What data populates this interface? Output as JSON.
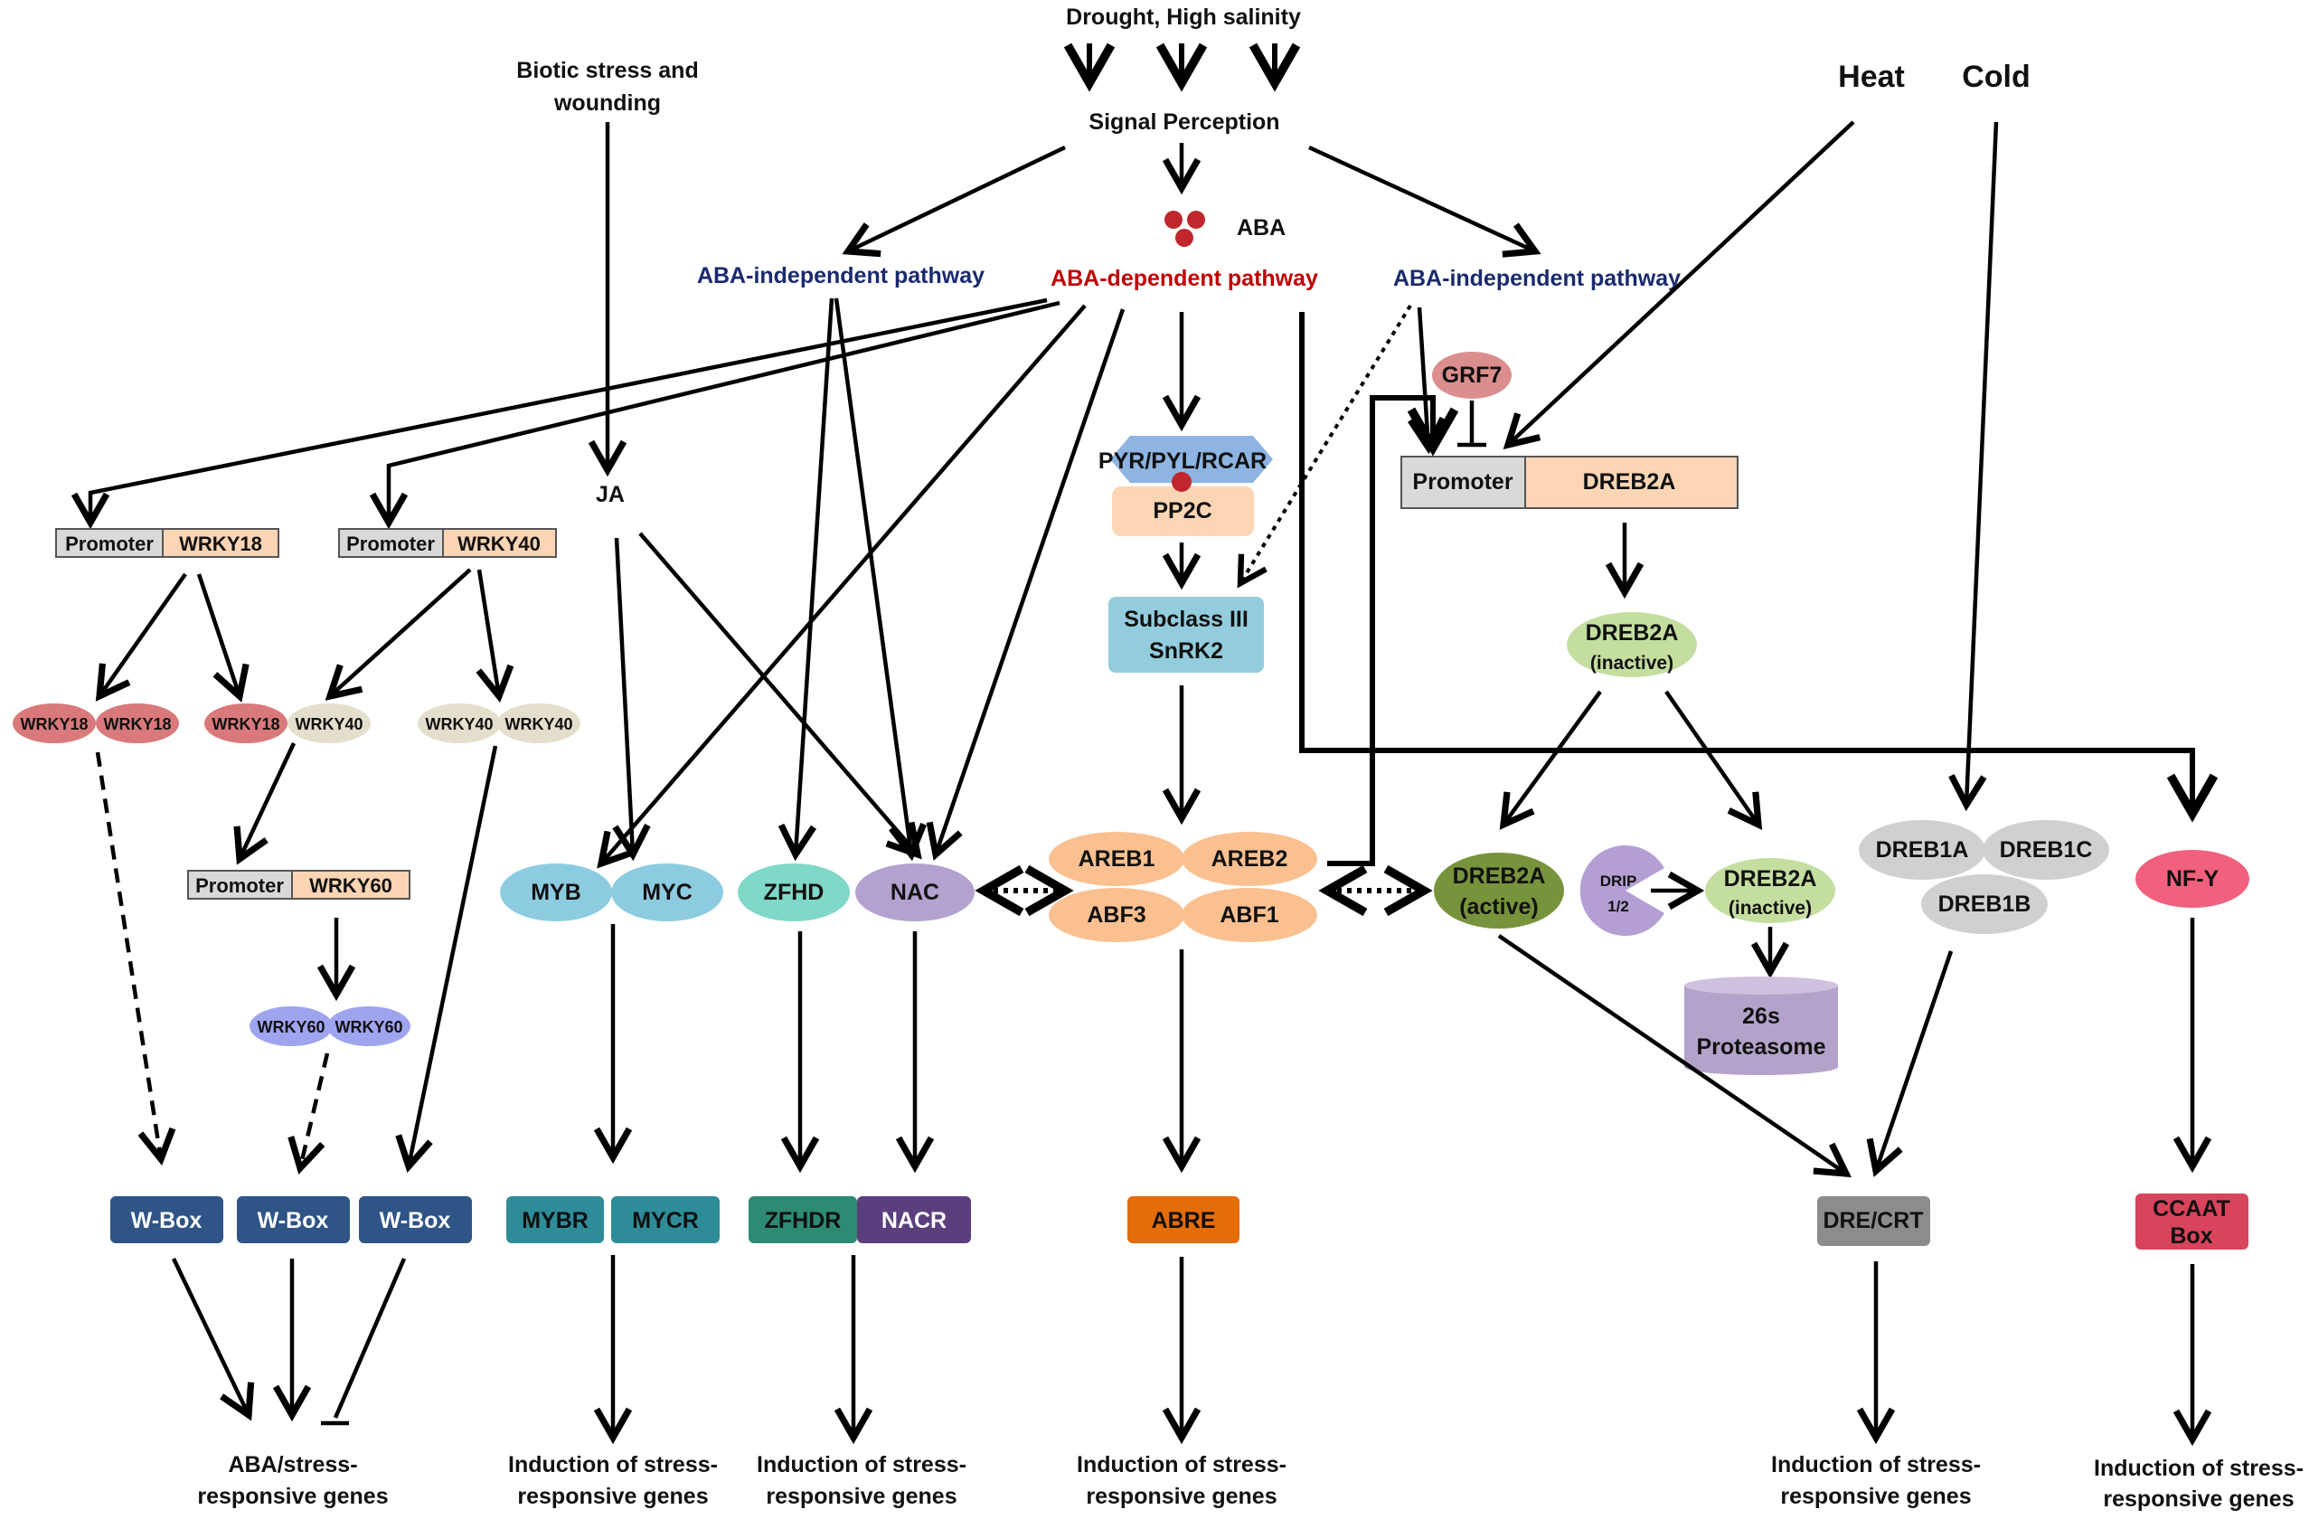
{
  "stimuli": {
    "drought": "Drought, High salinity",
    "signal": "Signal Perception",
    "aba": "ABA",
    "biotic": [
      "Biotic stress and",
      "wounding"
    ],
    "heat": "Heat",
    "cold": "Cold",
    "ja": "JA"
  },
  "pathways": {
    "aba_indep_left": "ABA-independent pathway",
    "aba_dep": "ABA-dependent pathway",
    "aba_indep_right": "ABA-independent pathway"
  },
  "promoters": {
    "promoter": "Promoter",
    "wrky18": "WRKY18",
    "wrky40": "WRKY40",
    "wrky60": "WRKY60",
    "dreb2a": "DREB2A"
  },
  "proteins": {
    "wrky18": "WRKY18",
    "wrky40": "WRKY40",
    "wrky60": "WRKY60",
    "grf7": "GRF7",
    "pyr": "PYR/PYL/RCAR",
    "pp2c": "PP2C",
    "snrk2": [
      "Subclass III",
      "SnRK2"
    ],
    "dreb2a": "DREB2A",
    "inactive": "(inactive)",
    "active": "(active)",
    "drip": [
      "DRIP",
      "1/2"
    ],
    "proteasome": [
      "26s",
      "Proteasome"
    ],
    "myb": "MYB",
    "myc": "MYC",
    "zfhd": "ZFHD",
    "nac": "NAC",
    "areb1": "AREB1",
    "areb2": "AREB2",
    "abf3": "ABF3",
    "abf1": "ABF1",
    "dreb1a": "DREB1A",
    "dreb1c": "DREB1C",
    "dreb1b": "DREB1B",
    "nfy": "NF-Y"
  },
  "elements": {
    "wbox": "W-Box",
    "mybr": "MYBR",
    "mycr": "MYCR",
    "zfhdr": "ZFHDR",
    "nacr": "NACR",
    "abre": "ABRE",
    "drecrt": "DRE/CRT",
    "ccaat": [
      "CCAAT",
      "Box"
    ]
  },
  "outputs": {
    "aba_stress": [
      "ABA/stress-",
      "responsive genes"
    ],
    "induction": [
      "Induction of stress-",
      "responsive genes"
    ]
  },
  "colors": {
    "wrky18": "#d9797b",
    "wrky40": "#e3dfcc",
    "wrky60": "#9fa4ee",
    "promoter_grey": "#d9d9d9",
    "promoter_orange": "#fcd5b4",
    "myb": "#8dcce0",
    "zfhd": "#7fd8c8",
    "nac": "#b3a2cf",
    "areb": "#fac090",
    "dreb2a_inactive": "#c4dea0",
    "dreb2a_active": "#77933c",
    "dreb1": "#d0d0d0",
    "nfy": "#f1607c",
    "drip": "#b39fd3",
    "proteasome": "#b3a2c9",
    "grf7": "#da8e8e",
    "pyr": "#8db4e2",
    "pp2c": "#fcd5b4",
    "snrk2": "#93cddd",
    "wbox": "#2f5486",
    "mybr": "#2e8c99",
    "zfhdr": "#2d8a73",
    "nacr": "#5b3f7d",
    "abre": "#e46c0a",
    "drecrt": "#8c8c8c",
    "ccaat": "#d8445c",
    "aba_dot": "#c0272d"
  }
}
